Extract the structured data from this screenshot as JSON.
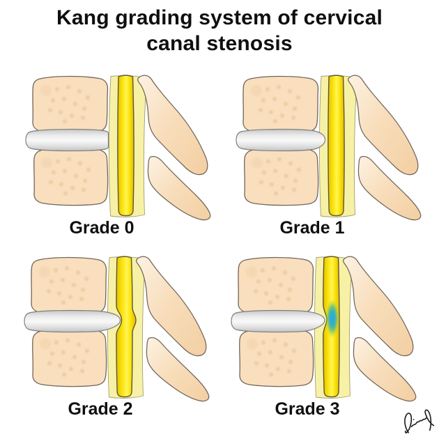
{
  "title": {
    "line1": "Kang grading system of cervical",
    "line2": "canal stenosis"
  },
  "panels": [
    {
      "id": "grade-0",
      "label": "Grade 0",
      "disc_bulge": "none",
      "csf_space": "preserved",
      "cord_compression": false,
      "cord_signal_change": false
    },
    {
      "id": "grade-1",
      "label": "Grade 1",
      "disc_bulge": "mild",
      "csf_space": "partially obliterated",
      "cord_compression": false,
      "cord_signal_change": false
    },
    {
      "id": "grade-2",
      "label": "Grade 2",
      "disc_bulge": "moderate",
      "csf_space": "obliterated",
      "cord_compression": true,
      "cord_signal_change": false
    },
    {
      "id": "grade-3",
      "label": "Grade 3",
      "disc_bulge": "severe",
      "csf_space": "obliterated",
      "cord_compression": true,
      "cord_signal_change": true
    }
  ],
  "signature": {
    "icon": "handwritten-signature"
  },
  "colors": {
    "background": "#FFFFFF",
    "text": "#0F0F0F",
    "vertebra": "#F9DFBD",
    "speckle": "#E6B98C",
    "outline": "#70655A",
    "disc-light": "#F9F9F9",
    "disc-dark": "#C7C7C7",
    "disc-edge": "#7F7F7F",
    "csf": "#F7F1A6",
    "csf-edge": "#A39C72",
    "cord": "#FFEC20",
    "cord-deep": "#E3BC00",
    "cord-edge": "#5C5640",
    "lesion": "#2BA9E2",
    "ink": "#1B1B1B"
  }
}
